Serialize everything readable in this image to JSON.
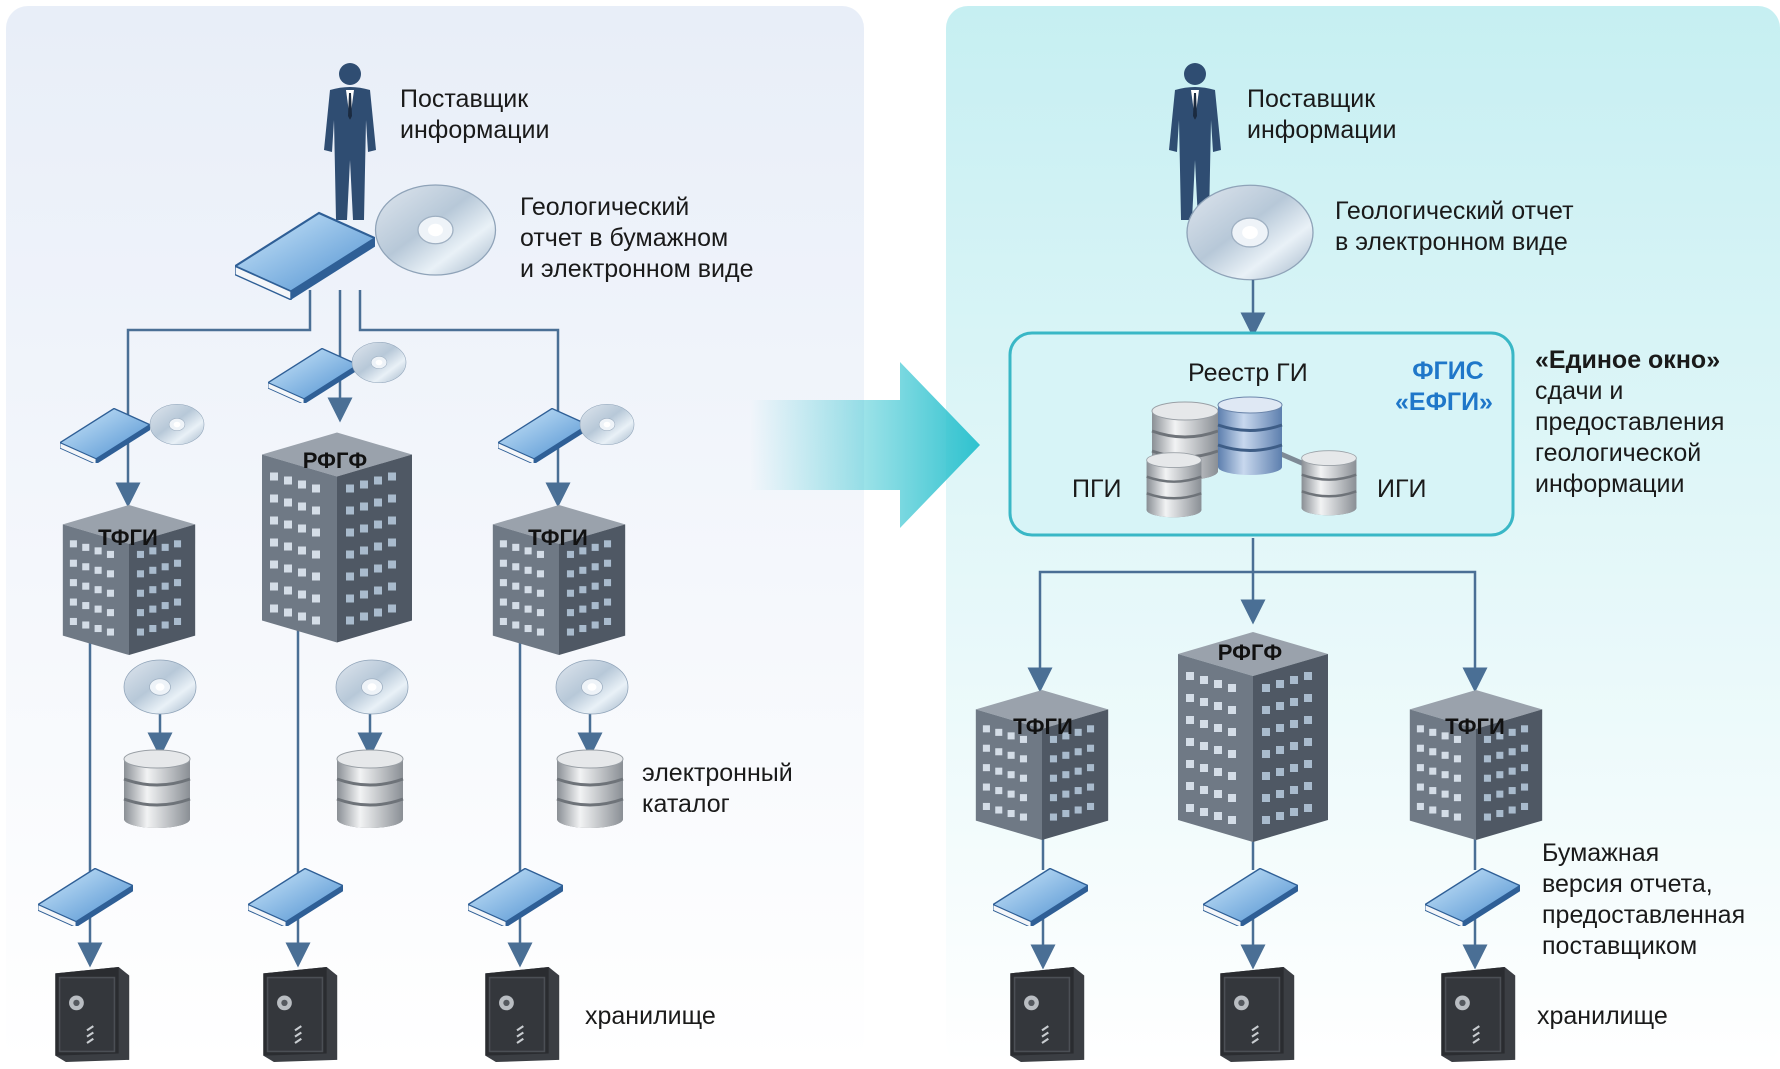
{
  "left": {
    "provider_label": [
      "Поставщик",
      "информации"
    ],
    "report_label": [
      "Геологический",
      "отчет в бумажном",
      "и электронном виде"
    ],
    "buildings": [
      "ТФГИ",
      "РФГФ",
      "ТФГИ"
    ],
    "catalog_label": [
      "электронный",
      "каталог"
    ],
    "storage_label": "хранилище"
  },
  "right": {
    "provider_label": [
      "Поставщик",
      "информации"
    ],
    "report_label": [
      "Геологический отчет",
      "в электронном виде"
    ],
    "system": {
      "registry_label": "Реестр ГИ",
      "name_lines": [
        "ФГИС",
        "«ЕФГИ»"
      ],
      "pgi_label": "ПГИ",
      "igi_label": "ИГИ"
    },
    "single_window": {
      "title": "«Единое окно»",
      "lines": [
        "сдачи и",
        "предоставления",
        "геологической",
        "информации"
      ]
    },
    "buildings": [
      "ТФГИ",
      "РФГФ",
      "ТФГИ"
    ],
    "paper_label": [
      "Бумажная",
      "версия отчета,",
      "предоставленная",
      "поставщиком"
    ],
    "storage_label": "хранилище"
  },
  "colors": {
    "left_panel": "#eef3fa",
    "right_panel": "#c8f0f3",
    "arrow": "#3cc6d2",
    "line": "#4a6f95",
    "accent": "#1f77c9",
    "building": "#5b6470"
  }
}
